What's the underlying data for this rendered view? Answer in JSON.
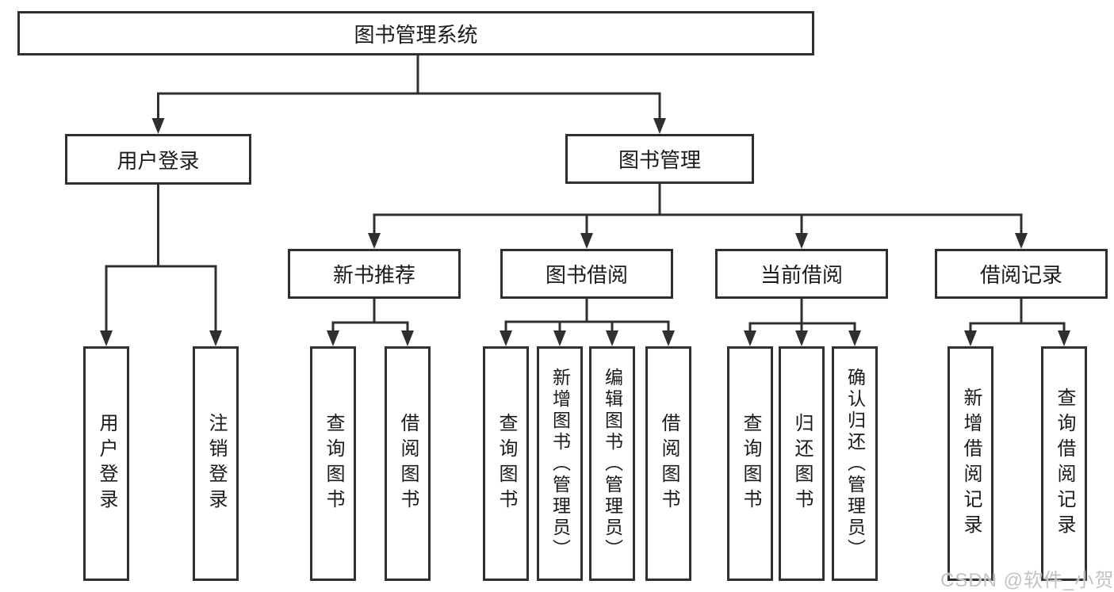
{
  "diagram": {
    "root": {
      "label": "图书管理系统"
    },
    "branches": [
      {
        "label": "用户登录",
        "children": [
          {
            "label": "用户登录"
          },
          {
            "label": "注销登录"
          }
        ]
      },
      {
        "label": "图书管理",
        "children": [
          {
            "label": "新书推荐",
            "children": [
              {
                "label": "查询图书"
              },
              {
                "label": "借阅图书"
              }
            ]
          },
          {
            "label": "图书借阅",
            "children": [
              {
                "label": "查询图书"
              },
              {
                "label": "新增图书（管理员）"
              },
              {
                "label": "编辑图书（管理员）"
              },
              {
                "label": "借阅图书"
              }
            ]
          },
          {
            "label": "当前借阅",
            "children": [
              {
                "label": "查询图书"
              },
              {
                "label": "归还图书"
              },
              {
                "label": "确认归还（管理员）"
              }
            ]
          },
          {
            "label": "借阅记录",
            "children": [
              {
                "label": "新增借阅记录"
              },
              {
                "label": "查询借阅记录"
              }
            ]
          }
        ]
      }
    ]
  },
  "watermark": {
    "text": "CSDN @软件_小贺同学",
    "color": "#c3c3c3"
  },
  "colors": {
    "background": "#ffffff",
    "line": "#2f2f2f",
    "box_border": "#2f2f2f",
    "text": "#1a1a1a"
  }
}
